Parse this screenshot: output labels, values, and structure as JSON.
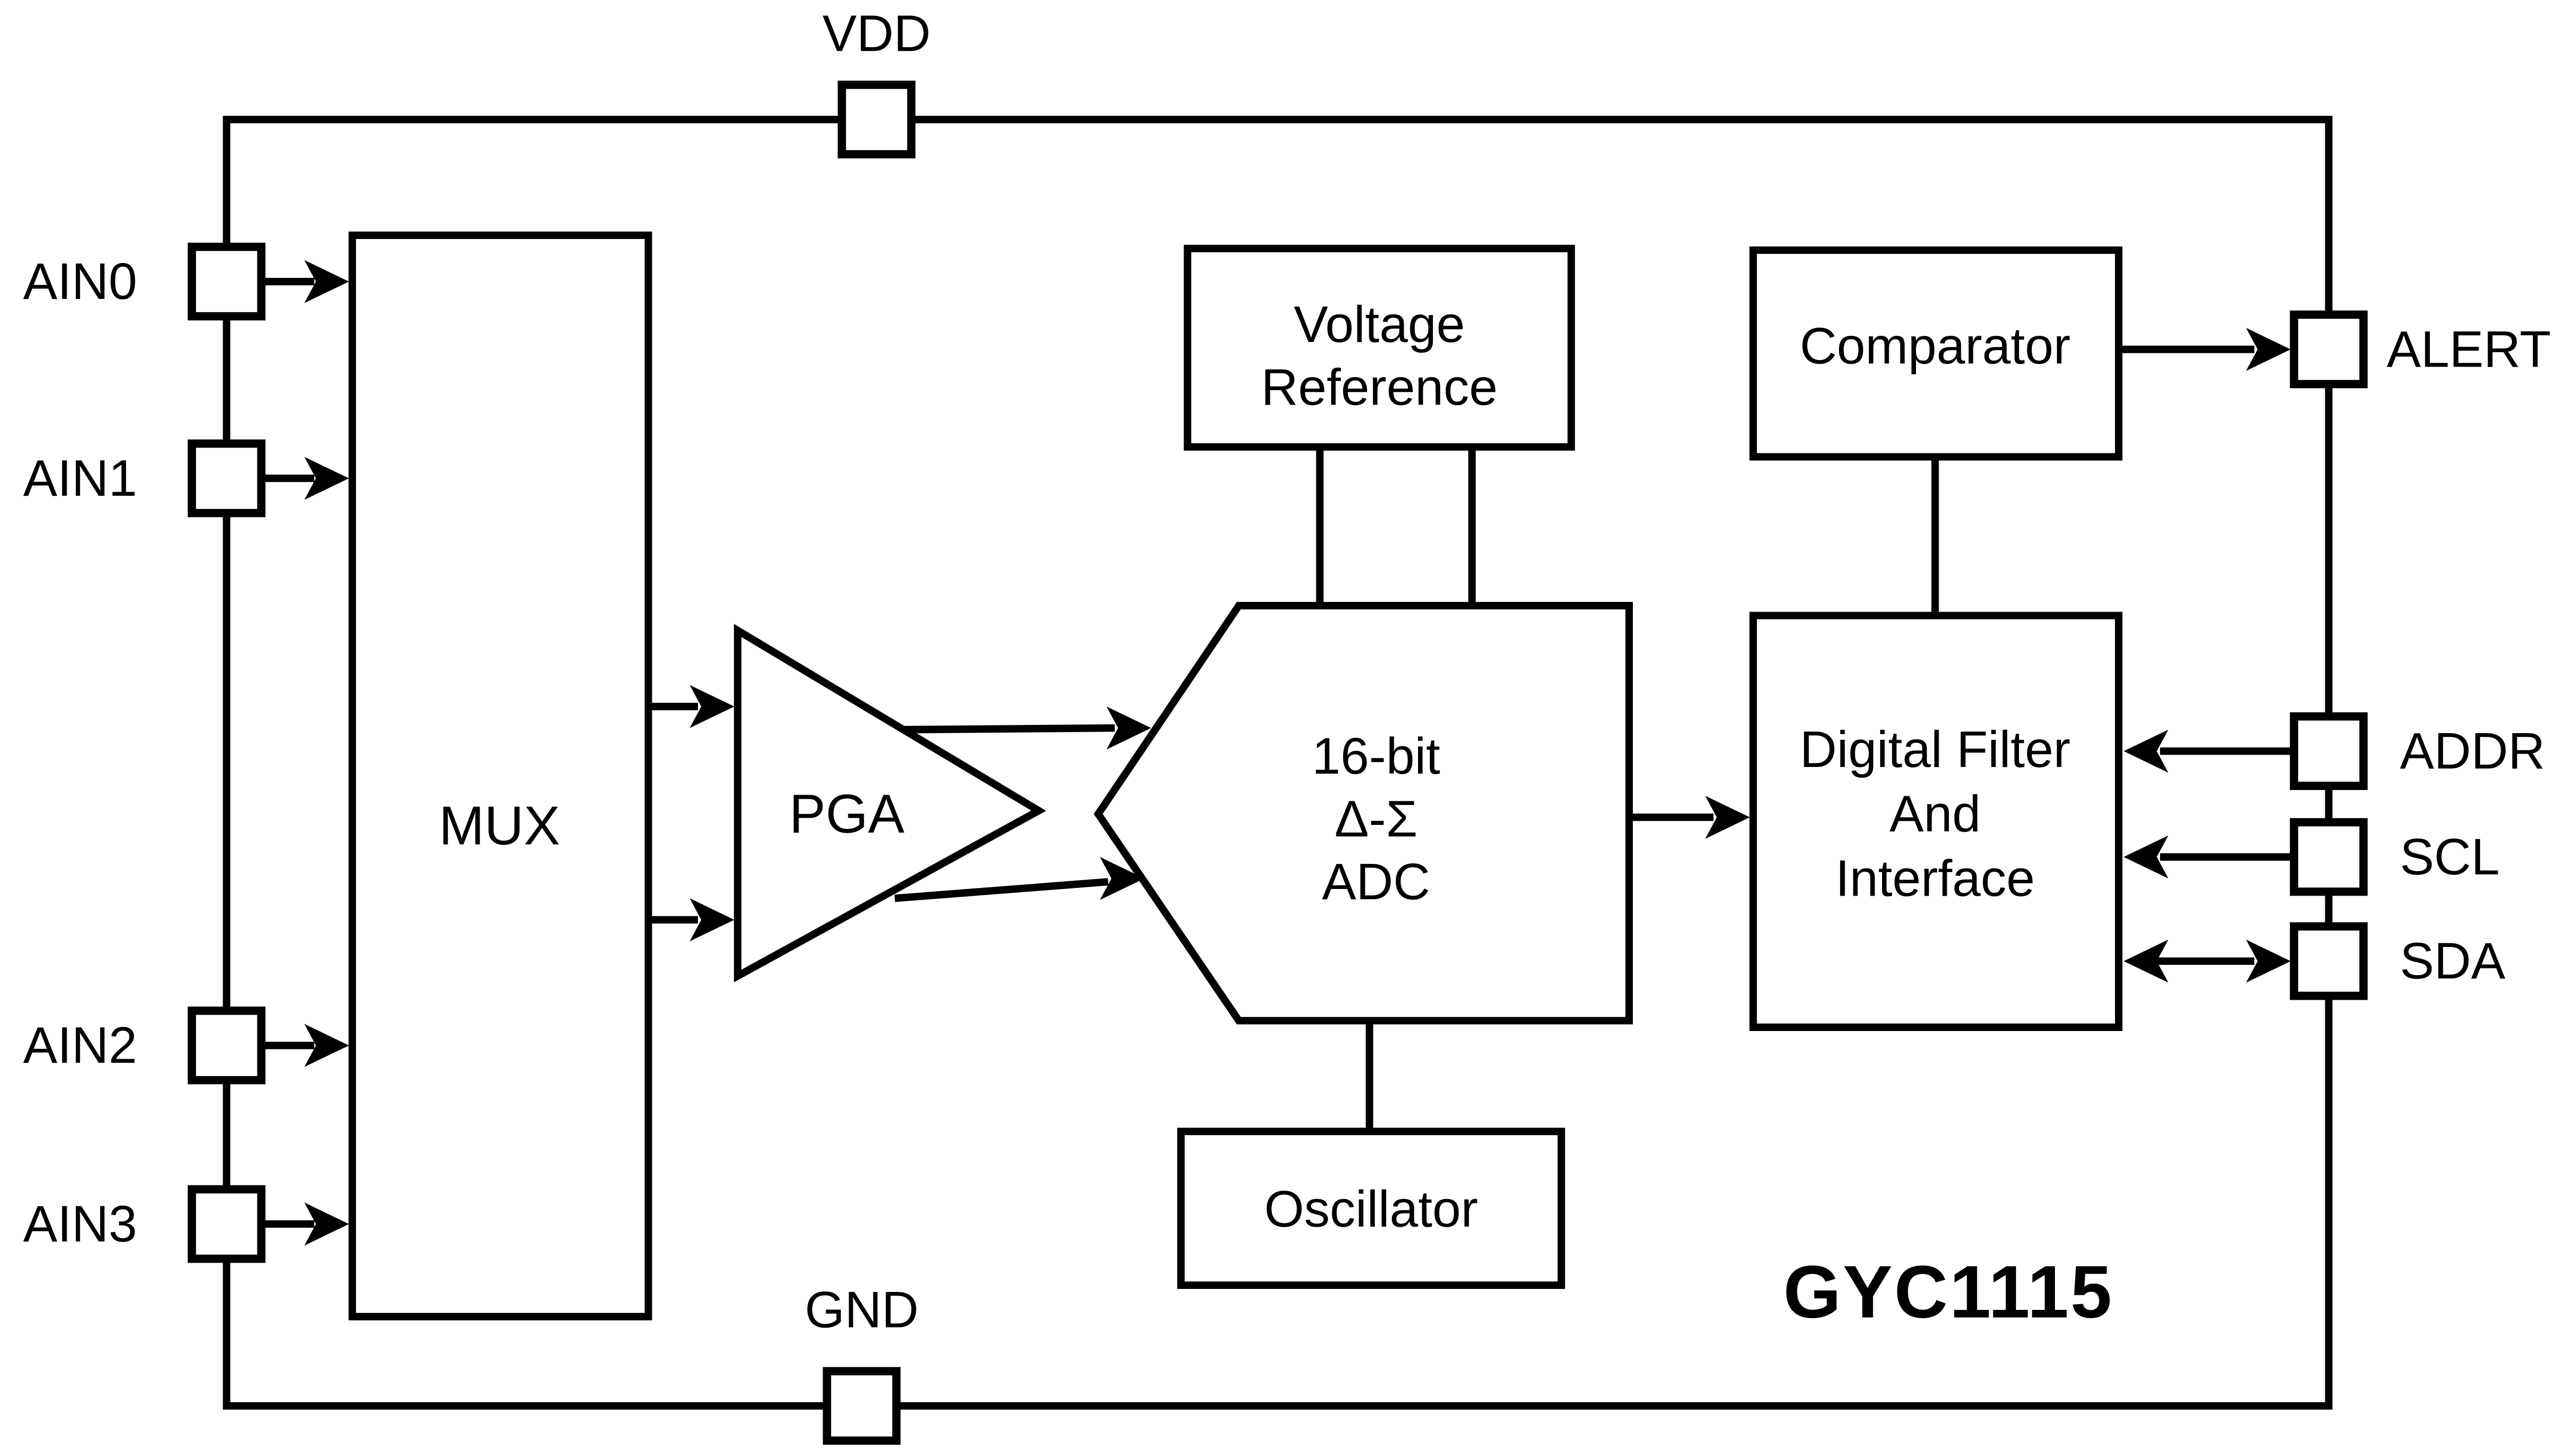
{
  "part_label": "GYC1115",
  "pins": {
    "top": [
      {
        "label": "VDD"
      }
    ],
    "bottom": [
      {
        "label": "GND"
      }
    ],
    "left": [
      {
        "label": "AIN0"
      },
      {
        "label": "AIN1"
      },
      {
        "label": "AIN2"
      },
      {
        "label": "AIN3"
      }
    ],
    "right": [
      {
        "label": "ALERT"
      },
      {
        "label": "ADDR"
      },
      {
        "label": "SCL"
      },
      {
        "label": "SDA"
      }
    ]
  },
  "blocks": {
    "mux": {
      "label": "MUX"
    },
    "pga": {
      "label": "PGA"
    },
    "voltage_reference": {
      "line1": "Voltage",
      "line2": "Reference"
    },
    "adc": {
      "line1": "16-bit",
      "line2": "Δ-Σ",
      "line3": "ADC"
    },
    "comparator": {
      "label": "Comparator"
    },
    "digital_filter": {
      "line1": "Digital Filter",
      "line2": "And",
      "line3": "Interface"
    },
    "oscillator": {
      "label": "Oscillator"
    }
  },
  "colors": {
    "background": "#ffffff",
    "ink": "#000000"
  }
}
